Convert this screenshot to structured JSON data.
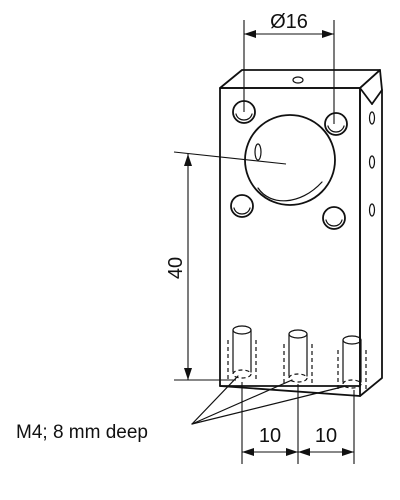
{
  "dimensions": {
    "diameter_label": "Ø16",
    "height_label": "40",
    "spacing_left_label": "10",
    "spacing_right_label": "10"
  },
  "annotation": {
    "thread_note": "M4; 8 mm deep"
  }
}
